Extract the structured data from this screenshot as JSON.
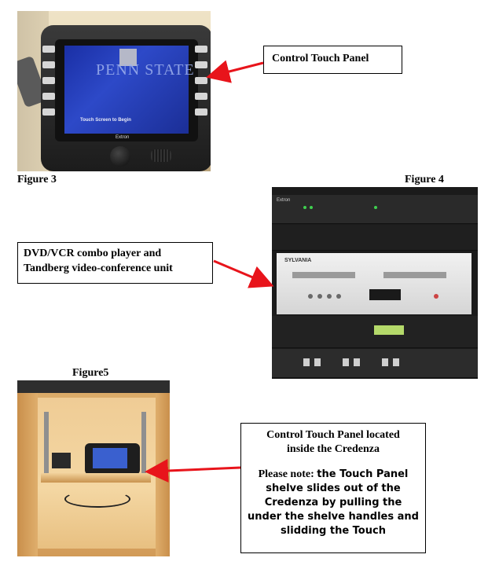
{
  "figure3": {
    "label": "Figure 3",
    "screen": {
      "logo_text": "PENN STATE",
      "prompt": "Touch Screen to Begin",
      "brand": "Extron"
    }
  },
  "figure4": {
    "label": "Figure 4",
    "dvd_brand": "SYLVANIA",
    "rack_brand": "Extron"
  },
  "figure5": {
    "label": "Figure5"
  },
  "callouts": {
    "touch_panel": "Control Touch Panel",
    "dvd_line1": "DVD/VCR combo player and",
    "dvd_line2": "Tandberg video-conference unit",
    "credenza_line1": "Control Touch Panel located",
    "credenza_line2": "inside the Credenza",
    "note_lead": "Please note: ",
    "note_body": "the Touch Panel shelve slides out of the Credenza by pulling the under the shelve handles and slidding the Touch"
  },
  "colors": {
    "arrow": "#e8141b",
    "screen_blue": "#2d49c8"
  }
}
